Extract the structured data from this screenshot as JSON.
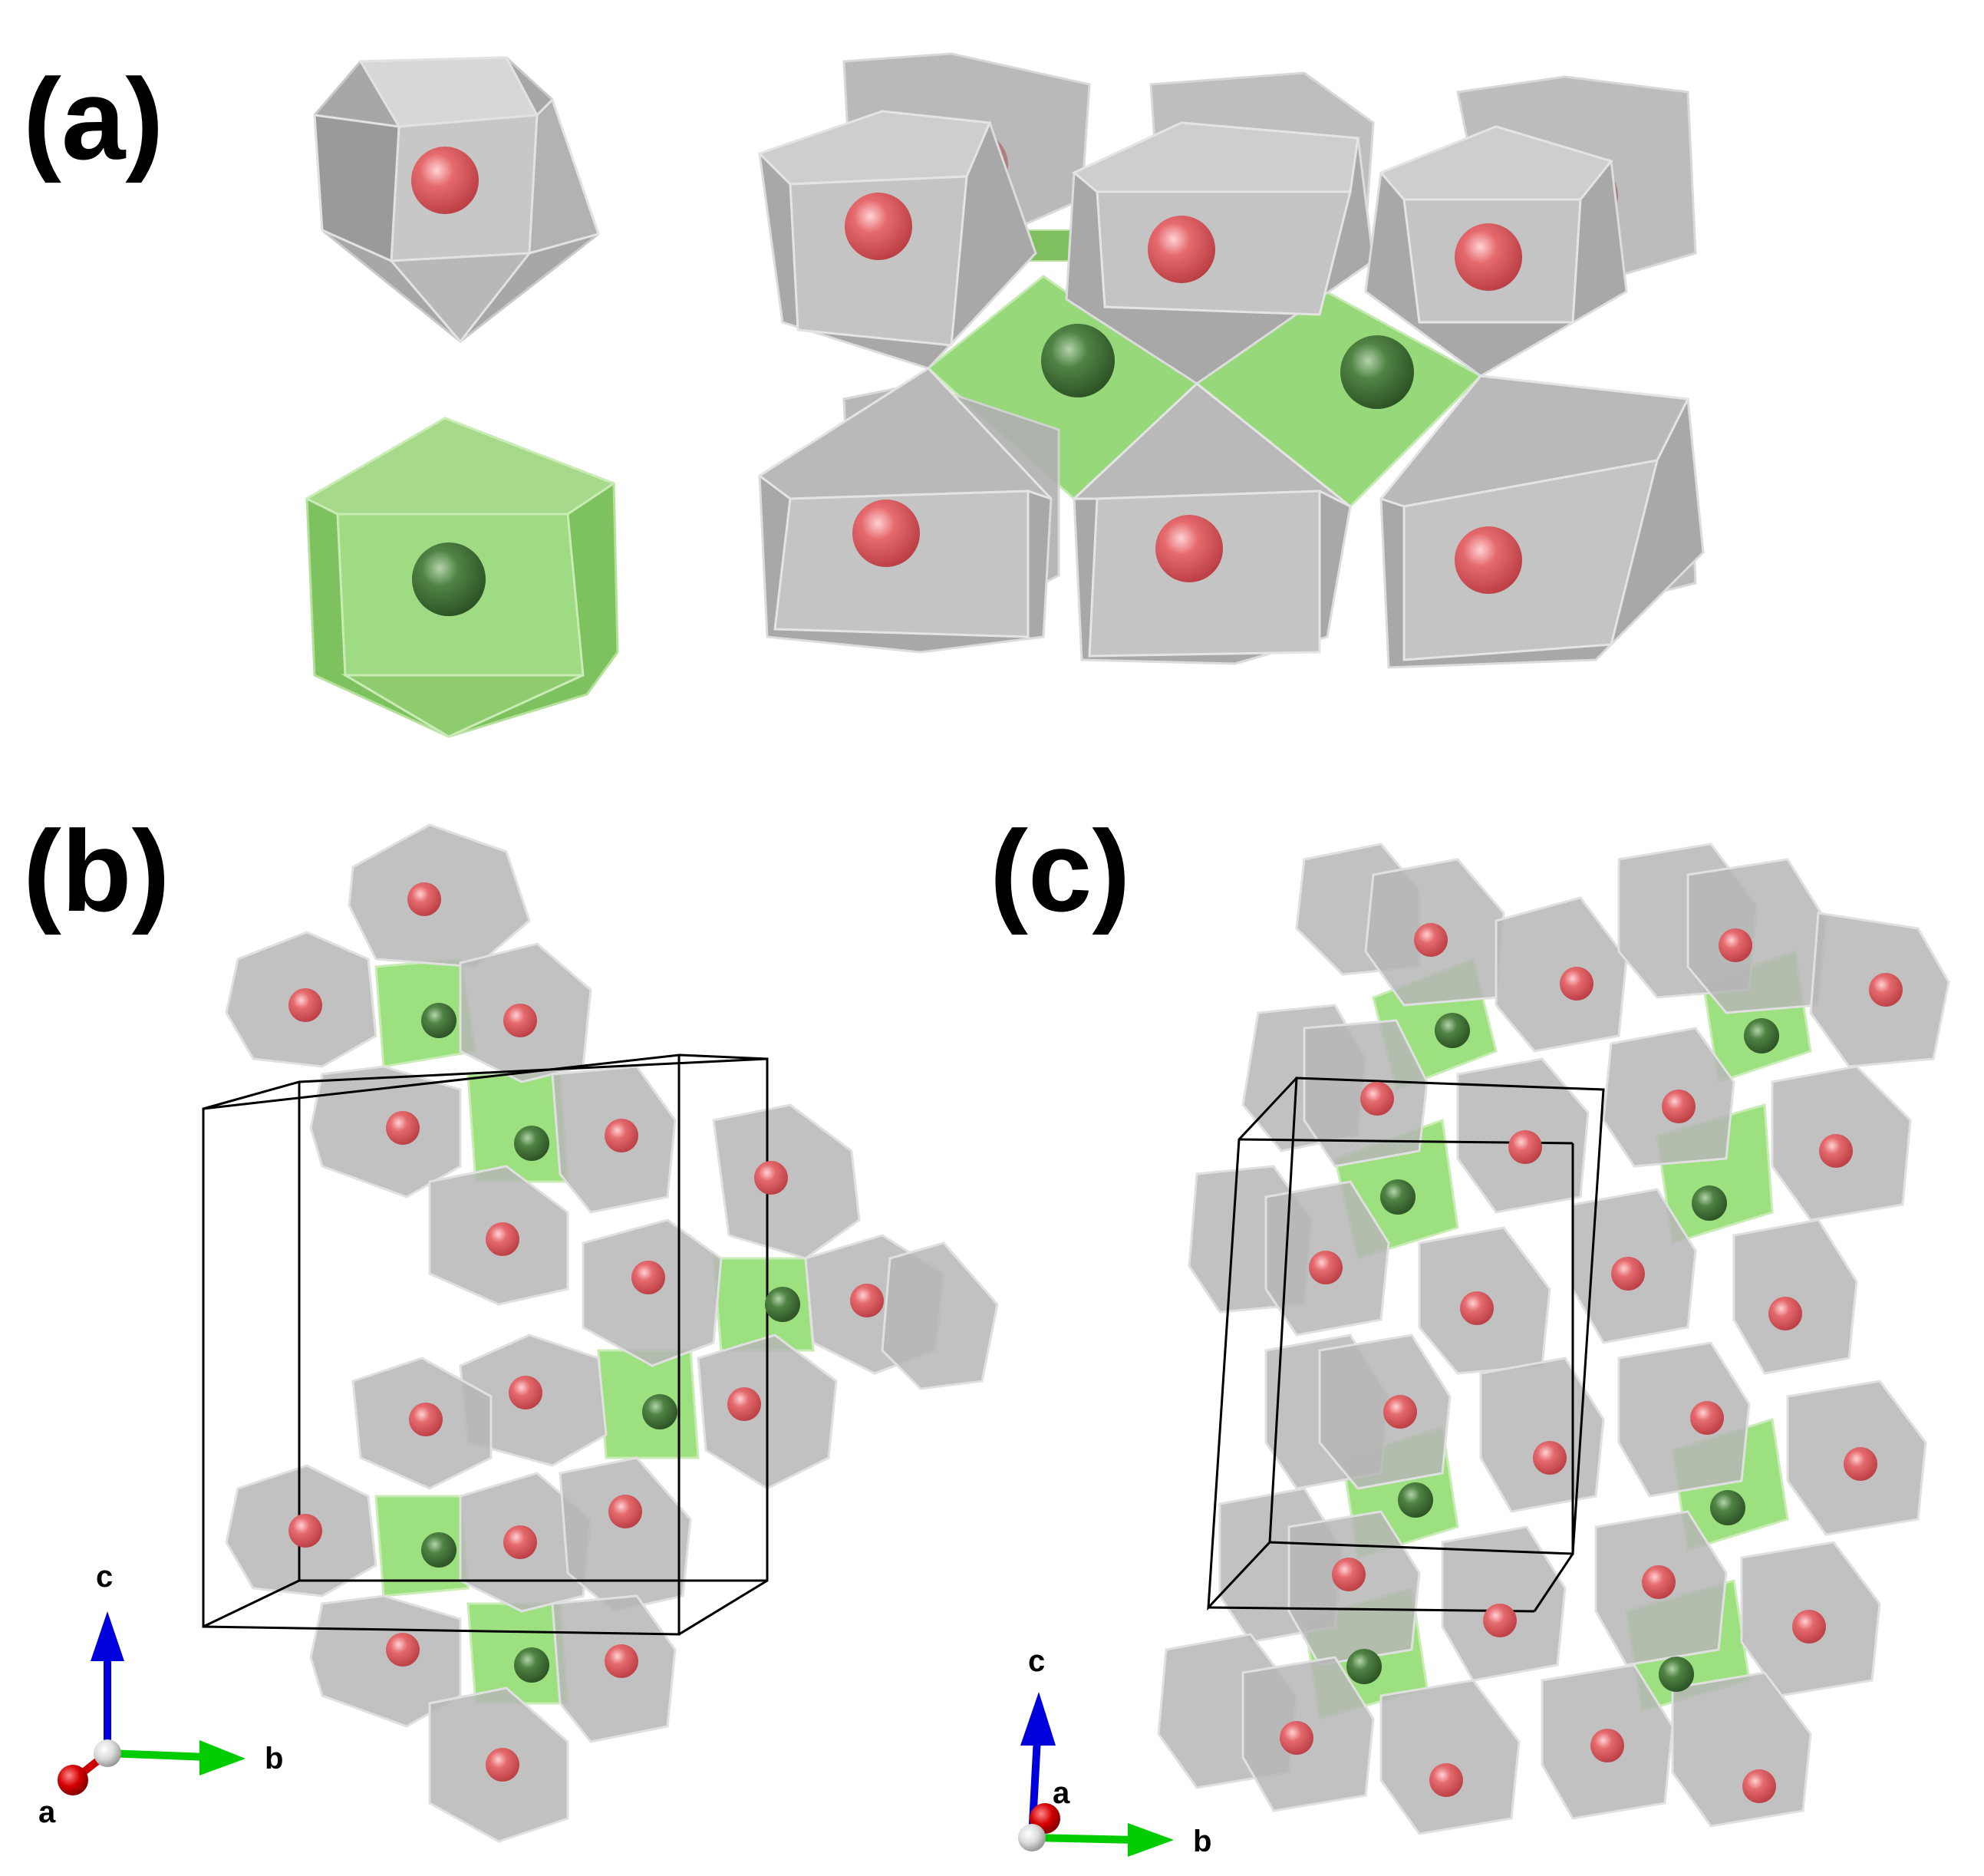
{
  "panels": {
    "a": {
      "label": "(a)"
    },
    "b": {
      "label": "(b)",
      "axes": {
        "a": "a",
        "b": "b",
        "c": "c"
      }
    },
    "c": {
      "label": "(c)",
      "axes": {
        "a": "a",
        "b": "b",
        "c": "c"
      }
    }
  },
  "colors": {
    "gray_polyhedron": "#a6a6a6",
    "gray_polyhedron_light": "#d0d0d0",
    "green_polyhedron": "#8fd870",
    "red_atom": "#e05a5e",
    "green_atom": "#3f6e35",
    "axis_a": "#cc0000",
    "axis_b": "#00cc00",
    "axis_c": "#0000dd",
    "cell_edge": "#000000"
  }
}
